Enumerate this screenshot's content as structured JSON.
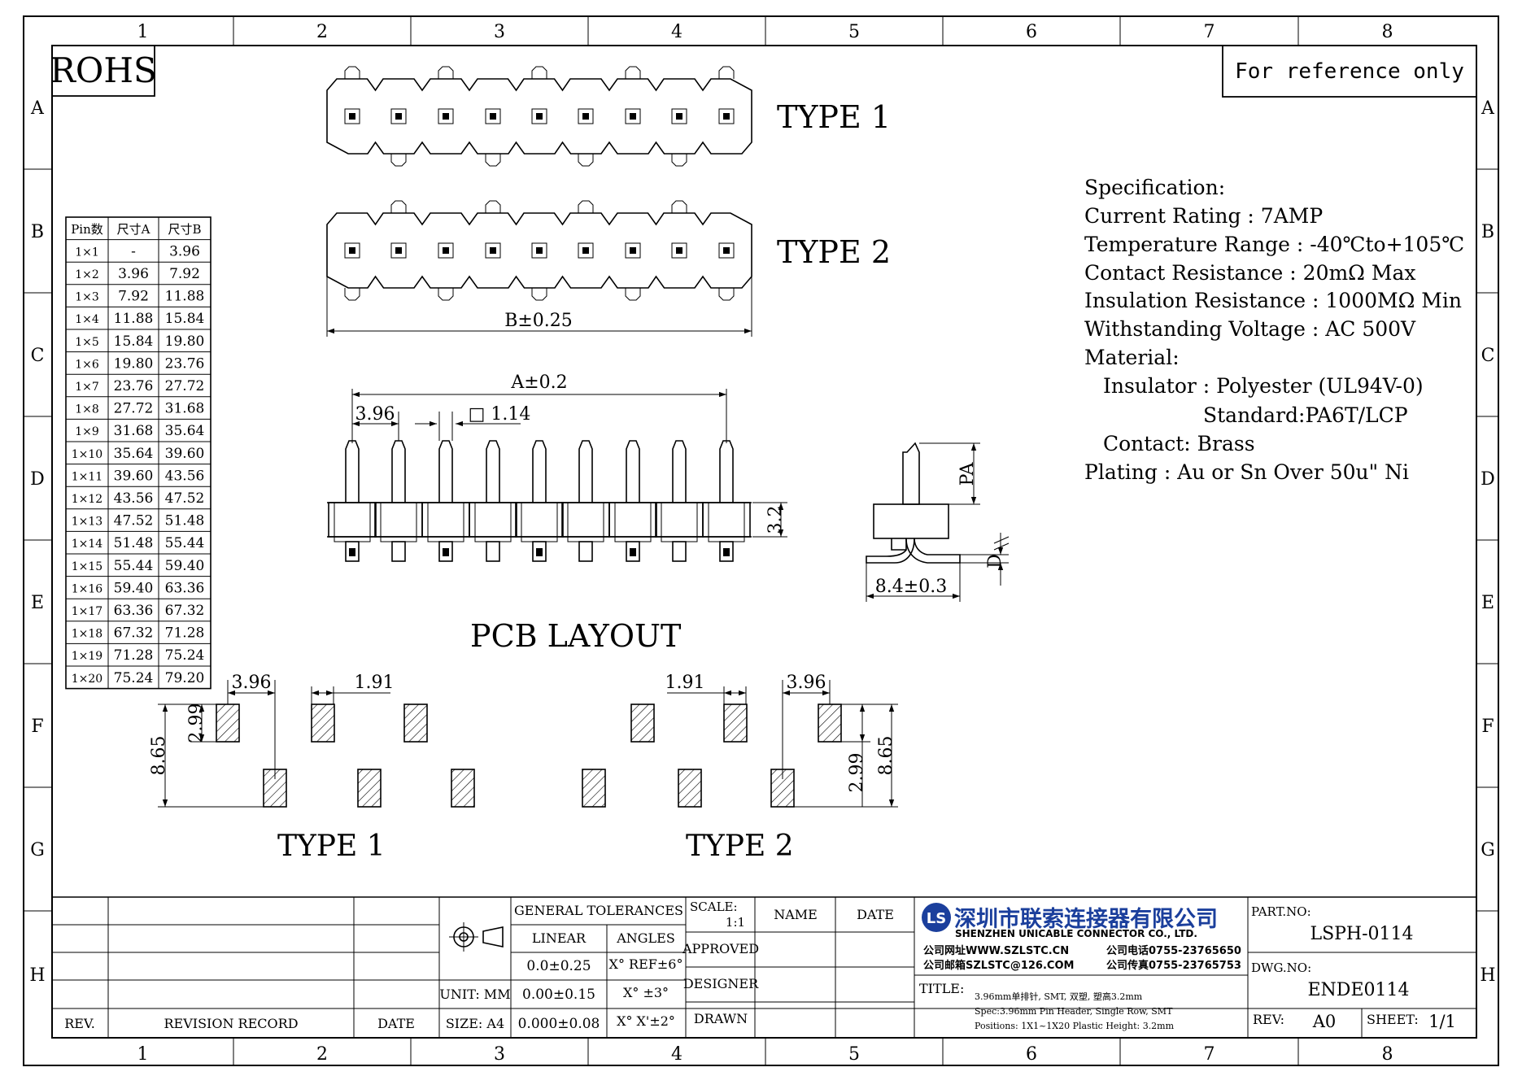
{
  "grid": {
    "columns": [
      "1",
      "2",
      "3",
      "4",
      "5",
      "6",
      "7",
      "8"
    ],
    "rows": [
      "A",
      "B",
      "C",
      "D",
      "E",
      "F",
      "G",
      "H"
    ]
  },
  "badges": {
    "rohs": "ROHS",
    "reference": "For reference only"
  },
  "views": {
    "type1_label": "TYPE 1",
    "type2_label": "TYPE 2",
    "pcb_layout_title": "PCB LAYOUT",
    "pcb_type1_label": "TYPE 1",
    "pcb_type2_label": "TYPE 2"
  },
  "dimensions": {
    "b_overall": "B±0.25",
    "a_overall": "A±0.2",
    "pitch": "3.96",
    "pin_square": "□ 1.14",
    "body_height": "3.2",
    "pin_above": "PA",
    "pin_below": "D",
    "foot_length": "8.4±0.3",
    "pad_pitch_t1": "3.96",
    "pad_width_t1": "1.91",
    "pad_pitch_t2": "3.96",
    "pad_width_t2": "1.91",
    "pad_length_t1": "2.99",
    "pad_span_t1": "8.65",
    "pad_length_t2": "2.99",
    "pad_span_t2": "8.65"
  },
  "size_table": {
    "headers": [
      "Pin数",
      "尺寸A",
      "尺寸B"
    ],
    "rows": [
      [
        "1×1",
        "-",
        "3.96"
      ],
      [
        "1×2",
        "3.96",
        "7.92"
      ],
      [
        "1×3",
        "7.92",
        "11.88"
      ],
      [
        "1×4",
        "11.88",
        "15.84"
      ],
      [
        "1×5",
        "15.84",
        "19.80"
      ],
      [
        "1×6",
        "19.80",
        "23.76"
      ],
      [
        "1×7",
        "23.76",
        "27.72"
      ],
      [
        "1×8",
        "27.72",
        "31.68"
      ],
      [
        "1×9",
        "31.68",
        "35.64"
      ],
      [
        "1×10",
        "35.64",
        "39.60"
      ],
      [
        "1×11",
        "39.60",
        "43.56"
      ],
      [
        "1×12",
        "43.56",
        "47.52"
      ],
      [
        "1×13",
        "47.52",
        "51.48"
      ],
      [
        "1×14",
        "51.48",
        "55.44"
      ],
      [
        "1×15",
        "55.44",
        "59.40"
      ],
      [
        "1×16",
        "59.40",
        "63.36"
      ],
      [
        "1×17",
        "63.36",
        "67.32"
      ],
      [
        "1×18",
        "67.32",
        "71.28"
      ],
      [
        "1×19",
        "71.28",
        "75.24"
      ],
      [
        "1×20",
        "75.24",
        "79.20"
      ]
    ]
  },
  "specification": {
    "heading": "Specification:",
    "current_rating": "Current Rating : 7AMP",
    "temperature_range": "Temperature Range : -40℃to+105℃",
    "contact_resistance": "Contact Resistance : 20mΩ Max",
    "insulation_resistance": "Insulation Resistance : 1000MΩ Min",
    "withstanding_voltage": "Withstanding Voltage : AC 500V",
    "material_heading": "Material:",
    "insulator": "Insulator : Polyester (UL94V-0)",
    "insulator_standard": "Standard:PA6T/LCP",
    "contact": "Contact: Brass",
    "plating": "Plating : Au or Sn Over 50u\" Ni"
  },
  "title_block": {
    "rev_label": "REV.",
    "revision_record_label": "REVISION RECORD",
    "date_label": "DATE",
    "unit_label": "UNIT: MM",
    "size_label": "SIZE: A4",
    "general_tolerances": "GENERAL TOLERANCES",
    "linear": "LINEAR",
    "angles": "ANGLES",
    "tol_linear": [
      "0.0±0.25",
      "0.00±0.15",
      "0.000±0.08"
    ],
    "tol_angles": [
      "X° REF±6°",
      "X° ±3°",
      "X° X'±2°"
    ],
    "scale_label": "SCALE:",
    "scale_value": "1:1",
    "name_label": "NAME",
    "date_col_label": "DATE",
    "approved": "APPROVED",
    "designer": "DESIGNER",
    "drawn": "DRAWN",
    "company_cn": "深圳市联索连接器有限公司",
    "company_en": "SHENZHEN UNICABLE CONNECTOR CO., LTD.",
    "website": "公司网址WWW.SZLSTC.CN",
    "email": "公司邮箱SZLSTC@126.COM",
    "phone": "公司电话0755-23765650",
    "fax": "公司传真0755-23765753",
    "logo_text": "LS",
    "title_label": "TITLE:",
    "title_line1": "3.96mm单排针, SMT, 双塑, 塑高3.2mm",
    "title_line2": "Spec:3.96mm Pin Header, Single Row, SMT",
    "title_line3": "Positions: 1X1~1X20 Plastic Height: 3.2mm",
    "part_no_label": "PART.NO:",
    "part_no": "LSPH-0114",
    "dwg_no_label": "DWG.NO:",
    "dwg_no": "ENDE0114",
    "rev_value_label": "REV:",
    "rev_value": "A0",
    "sheet_label": "SHEET:",
    "sheet_value": "1/1"
  },
  "colors": {
    "ink": "#000000",
    "brand_blue": "#1b3f9c",
    "paper": "#ffffff"
  }
}
